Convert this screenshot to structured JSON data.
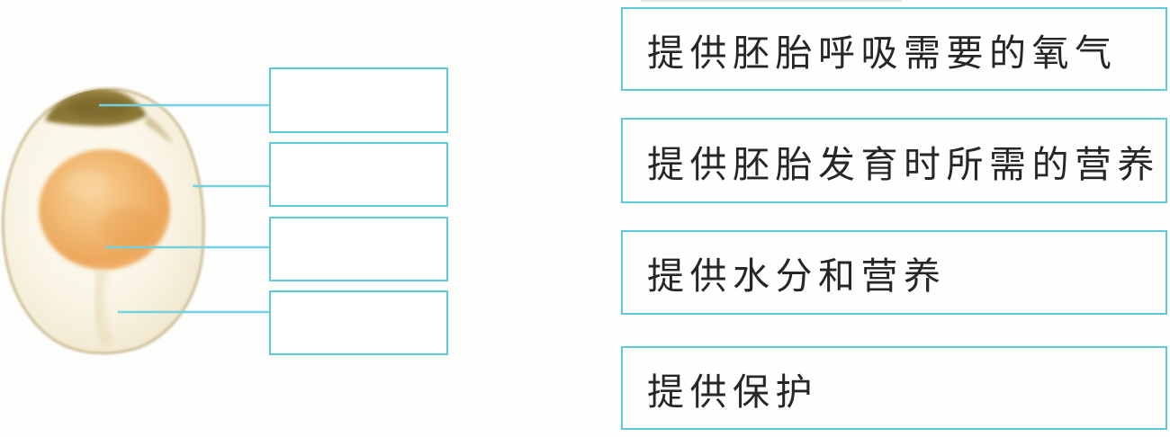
{
  "exercise": {
    "type": "matching",
    "image_name": "boiled-egg-cross-section",
    "answer_boxes": [
      {
        "id": "answer-box-1",
        "value": ""
      },
      {
        "id": "answer-box-2",
        "value": ""
      },
      {
        "id": "answer-box-3",
        "value": ""
      },
      {
        "id": "answer-box-4",
        "value": ""
      }
    ],
    "function_boxes": [
      {
        "label": "提供胚胎呼吸需要的氧气"
      },
      {
        "label": "提供胚胎发育时所需的营养"
      },
      {
        "label": "提供水分和营养"
      },
      {
        "label": "提供保护"
      }
    ]
  },
  "colors": {
    "box_border": "#5fc9dc",
    "connector_line": "#74d2e0",
    "ink_text": "#262626",
    "egg_white": "#faf5e6",
    "egg_shell_rim": "#c5b58c",
    "air_cell": "#877433",
    "yolk": "#eca75b",
    "background": "#fdfdfc"
  }
}
